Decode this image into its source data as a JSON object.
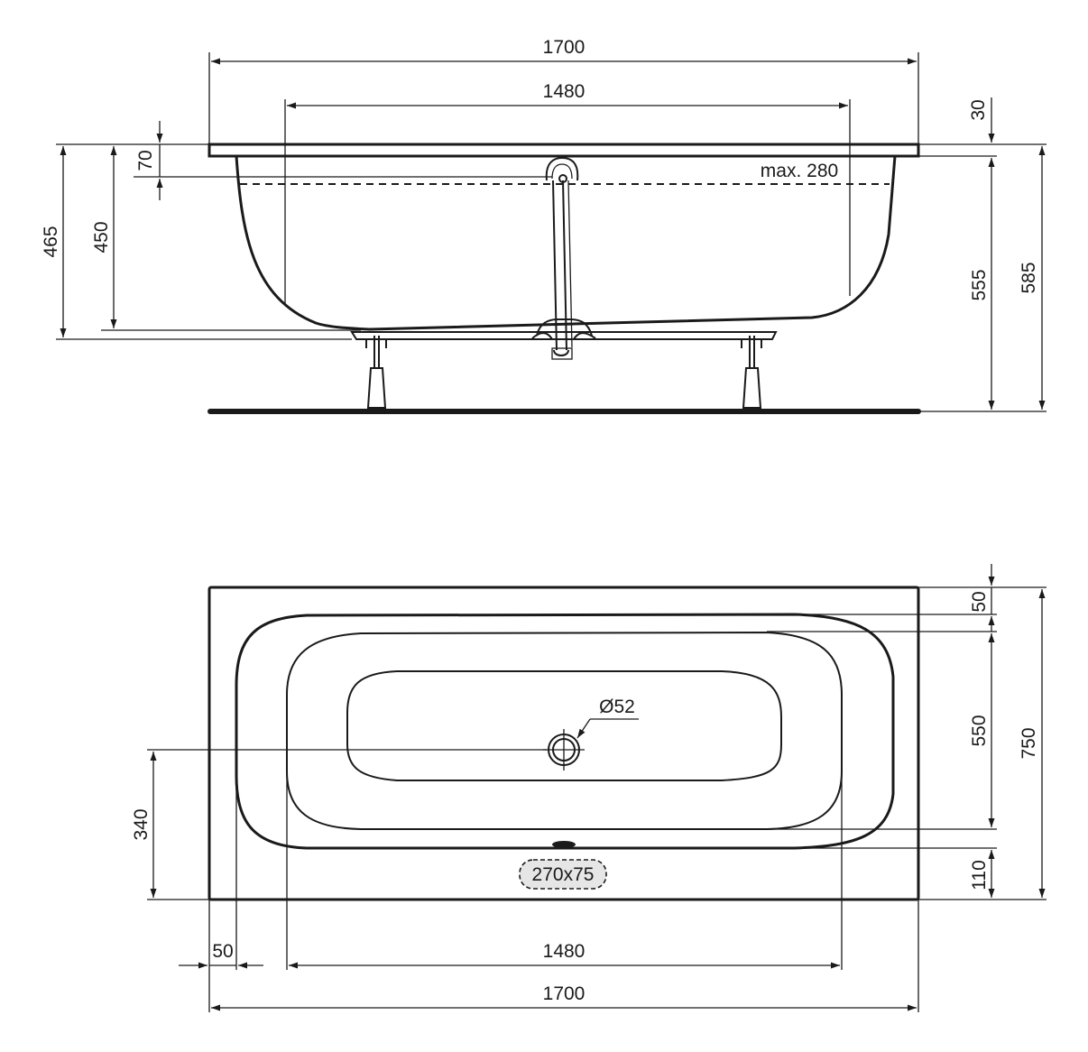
{
  "side_view": {
    "overall_length": "1700",
    "inner_length": "1480",
    "rim_thickness": "30",
    "overflow_below_rim": "70",
    "water_level": "max. 280",
    "height_rim_to_base": "465",
    "inner_depth": "450",
    "height_below_rim": "555",
    "total_height": "585"
  },
  "plan_view": {
    "rim_width_top": "50",
    "inner_width": "550",
    "overall_width": "750",
    "rim_width_bottom": "110",
    "drain_diameter": "Ø52",
    "drain_offset": "340",
    "rim_width_left": "50",
    "inner_length": "1480",
    "overall_length": "1700",
    "access_panel": "270x75"
  },
  "colors": {
    "line": "#1a1a1a",
    "background": "#ffffff",
    "panel_fill": "#e6e6e6"
  }
}
